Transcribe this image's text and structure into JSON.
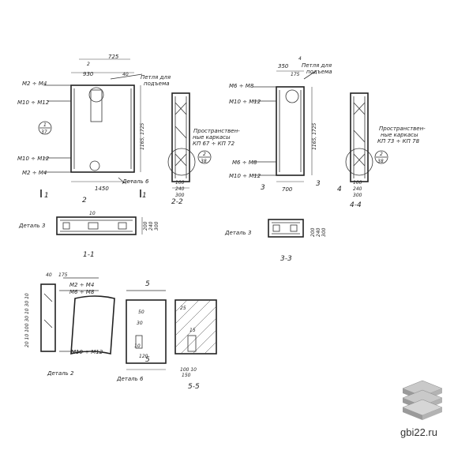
{
  "labels": {
    "dim_725": "725",
    "dim_2": "2",
    "dim_930": "930",
    "dim_40_top": "40",
    "loop_1": "Петля для",
    "loop_1b": "подъема",
    "m2_m4": "M2 ÷ M4",
    "m10_m12": "M10 ÷ M12",
    "m10_m12b": "M10 ÷ M12",
    "m2_m4b": "M2 ÷ M4",
    "height_1": "1165, 1725",
    "width_1450": "1450",
    "detail6": "Деталь 6",
    "sec_1": "1",
    "sec_1b": "1",
    "sec_2": "2",
    "sec_2b": "2",
    "callout_1": "1",
    "callout_1b": "37",
    "frame_1": "Пространствен-",
    "frame_1b": "ные каркасы",
    "frame_1c": "КП 67 ÷ КП 72",
    "callout_2": "2",
    "callout_2b": "38",
    "d100": "100",
    "d240": "240",
    "d300": "300",
    "sec22": "2-2",
    "detail3": "Деталь 3",
    "d10": "10",
    "d200": "200",
    "d240b": "240",
    "d300b": "300",
    "sec11": "1-1",
    "dim_4": "4",
    "dim_350": "350",
    "dim_175": "175",
    "loop_2": "Петля для",
    "loop_2b": "подъема",
    "m6_m8": "M6 ÷ M8",
    "m10_m12c": "M10 ÷ M12",
    "m8_m8": "M6 ÷ M8",
    "m10_m12d": "M10 ÷ M12",
    "height_2": "1165, 1725",
    "dim_700": "700",
    "sec_3": "3",
    "sec_3b": "3",
    "sec_4": "4",
    "frame_2": "Пространствен-",
    "frame_2b": "ные каркасы",
    "frame_2c": "КП 73 ÷ КП 78",
    "callout_3": "2",
    "callout_3b": "38",
    "d100c": "100",
    "d240c": "240",
    "d300c": "300",
    "sec44": "4-4",
    "detail3b": "Деталь 3",
    "d200c": "200",
    "d240d": "240",
    "d300d": "300",
    "sec33": "3-3",
    "d_40": "40",
    "d_175": "175",
    "m2_m4c": "M2 ÷ M4",
    "m6_m8c": "M6 ÷ M8",
    "m10_m12e": "M10 ÷ M12",
    "d_left": "20 10 100 30 10 30 10",
    "detail2": "Деталь 2",
    "sec_5": "5",
    "sec_5b": "5",
    "d_50": "50",
    "d_30": "30",
    "d_10": "10",
    "d_120": "120",
    "detail6b": "Деталь 6",
    "d_15": "15",
    "d_25": "25",
    "d_100_10": "100  10",
    "d_150": "150",
    "sec55": "5-5",
    "watermark": "gbi22.ru"
  }
}
